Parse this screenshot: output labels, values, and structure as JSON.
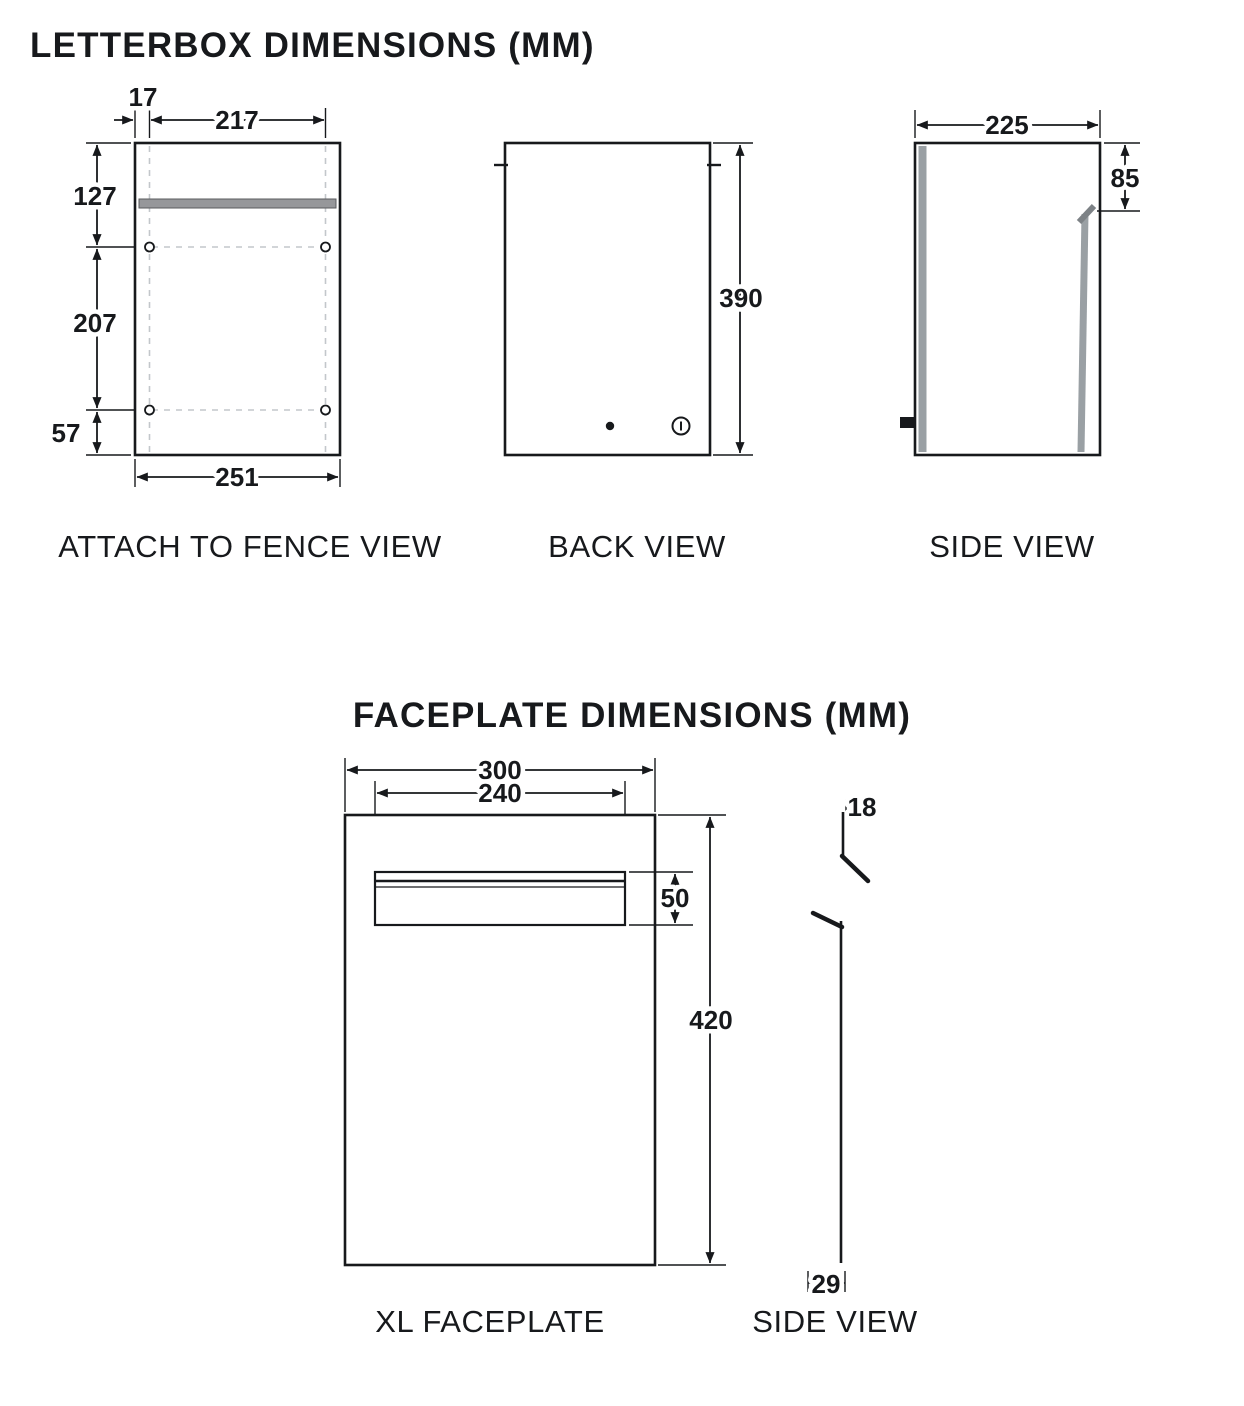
{
  "letterbox": {
    "title": "LETTERBOX DIMENSIONS (MM)",
    "fence_view": {
      "caption": "ATTACH TO FENCE VIEW",
      "dim_offset": "17",
      "dim_inner_width": "217",
      "dim_upper_height": "127",
      "dim_mid_height": "207",
      "dim_lower_height": "57",
      "dim_width": "251"
    },
    "back_view": {
      "caption": "BACK VIEW",
      "dim_height": "390"
    },
    "side_view": {
      "caption": "SIDE VIEW",
      "dim_depth": "225",
      "dim_flap_offset": "85"
    }
  },
  "faceplate": {
    "title": "FACEPLATE DIMENSIONS (MM)",
    "xl_view": {
      "caption": "XL FACEPLATE",
      "dim_width": "300",
      "dim_slot_width": "240",
      "dim_slot_height": "50",
      "dim_height": "420"
    },
    "side_view": {
      "caption": "SIDE VIEW",
      "dim_flap": "18",
      "dim_bottom": "29"
    }
  }
}
